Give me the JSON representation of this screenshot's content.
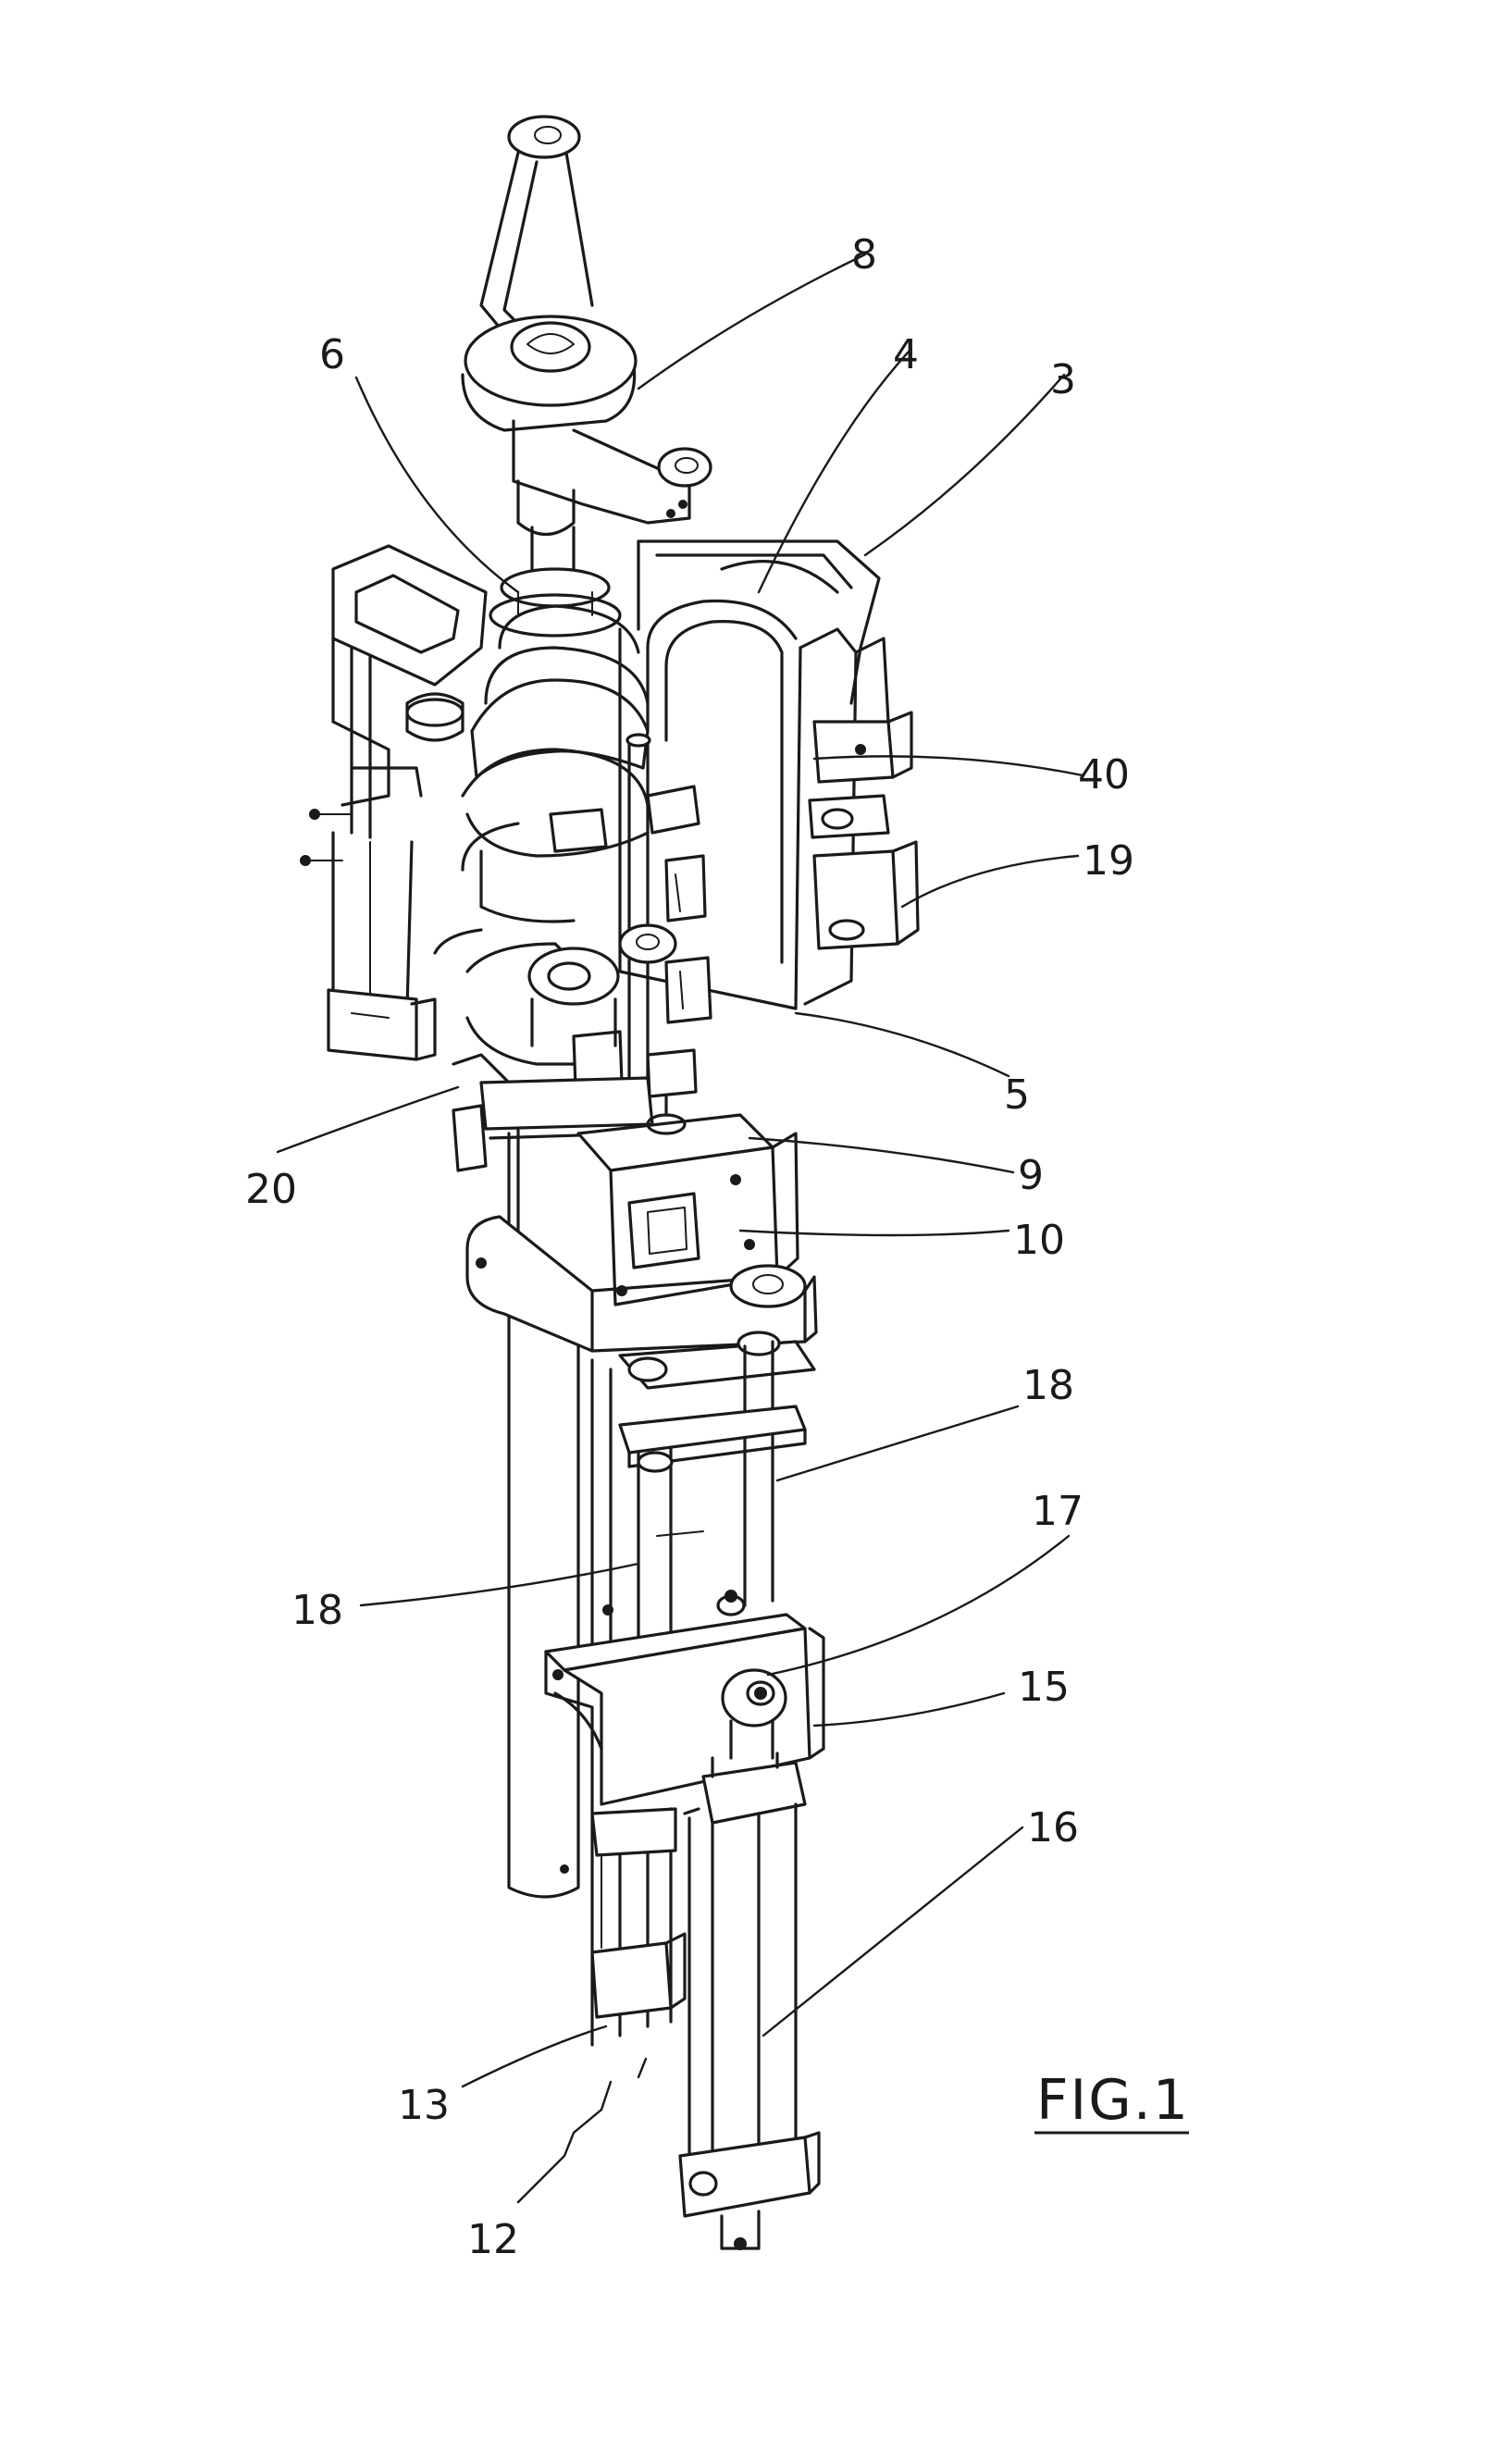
{
  "figure": {
    "title": "FIG.1",
    "references": [
      {
        "id": "ref-8",
        "label": "8"
      },
      {
        "id": "ref-6",
        "label": "6"
      },
      {
        "id": "ref-4",
        "label": "4"
      },
      {
        "id": "ref-3",
        "label": "3"
      },
      {
        "id": "ref-40",
        "label": "40"
      },
      {
        "id": "ref-19",
        "label": "19"
      },
      {
        "id": "ref-5",
        "label": "5"
      },
      {
        "id": "ref-20",
        "label": "20"
      },
      {
        "id": "ref-9",
        "label": "9"
      },
      {
        "id": "ref-10",
        "label": "10"
      },
      {
        "id": "ref-18a",
        "label": "18"
      },
      {
        "id": "ref-17",
        "label": "17"
      },
      {
        "id": "ref-18b",
        "label": "18"
      },
      {
        "id": "ref-15",
        "label": "15"
      },
      {
        "id": "ref-16",
        "label": "16"
      },
      {
        "id": "ref-13",
        "label": "13"
      },
      {
        "id": "ref-12",
        "label": "12"
      }
    ]
  }
}
